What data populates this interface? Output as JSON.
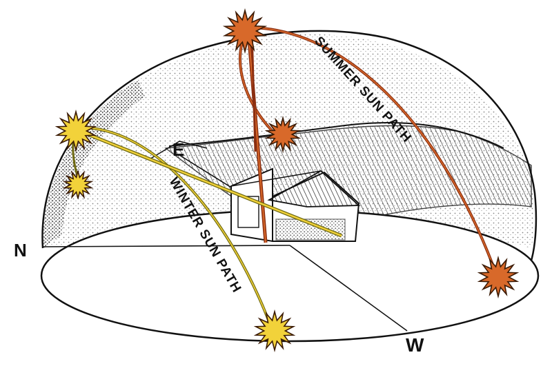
{
  "labels": {
    "north": "N",
    "east": "E",
    "west": "W",
    "summer_path": "SUMMER SUN PATH",
    "winter_path": "WINTER SUN PATH"
  },
  "colors": {
    "summer": "#d8692a",
    "summer_dark": "#8a2e10",
    "winter": "#f2d23a",
    "winter_dark": "#6f6a12",
    "ink": "#111111"
  }
}
